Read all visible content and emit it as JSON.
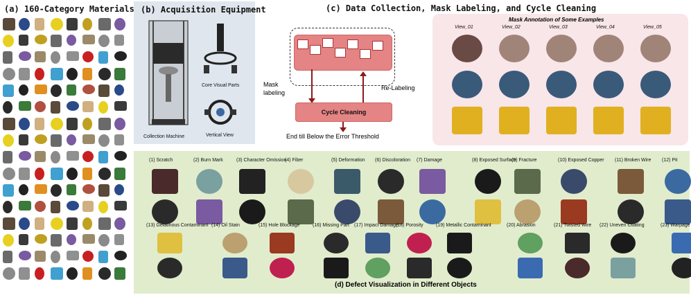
{
  "panel_a": {
    "title": "(a) 160-Category Materials",
    "thumb_colors": [
      "#5a4a3a",
      "#222222",
      "#9a8a6a",
      "#e8d020",
      "#3a7a3a",
      "#c82020",
      "#6a6a6a",
      "#2a4a8a",
      "#e09020",
      "#8a8a8a",
      "#3a3a3a",
      "#b05040",
      "#40a0d0",
      "#7a5aa0",
      "#d0b080",
      "#2a2a2a",
      "#909090",
      "#c0a020"
    ]
  },
  "panel_b": {
    "title": "(b) Acquisition Equipment",
    "labels": {
      "machine": "Collection Machine",
      "core": "Core Visual Parts",
      "vertical": "Vertical View"
    }
  },
  "panel_c": {
    "title": "(c) Data Collection, Mask Labeling, and Cycle Cleaning",
    "mask_labeling": "Mask labeling",
    "relabeling": "Re-Labeling",
    "cycle_cleaning": "Cycle Cleaning",
    "end_text": "End till Below the Error Threshold",
    "annotation_title": "Mask Annotation of Some Examples",
    "views": [
      "View_01",
      "View_02",
      "View_03",
      "View_04",
      "View_05"
    ]
  },
  "panel_d": {
    "title": "(d) Defect Visualization in Different Objects",
    "defects_row1": [
      "(1) Scratch",
      "(2) Burn Mark",
      "(3) Character Omission",
      "(4) Fiber",
      "(5) Deformation",
      "(6) Discoloration",
      "(7) Damage",
      "(8) Exposed Surface",
      "(9) Fracture",
      "(10) Exposed Copper",
      "(11) Broken Wire",
      "(12) Pit"
    ],
    "defects_row2": [
      "(13) Gelatinous Contaminant",
      "(14) Oil Stain",
      "(15) Hole Blockage",
      "(16) Missing Part",
      "(17) Impact Damage",
      "(18) Porosity",
      "(19) Metallic Contaminant",
      "(20) Abrasion",
      "(21) Twisted Wire",
      "(22) Uneven Coating",
      "(23) Warpage"
    ]
  }
}
